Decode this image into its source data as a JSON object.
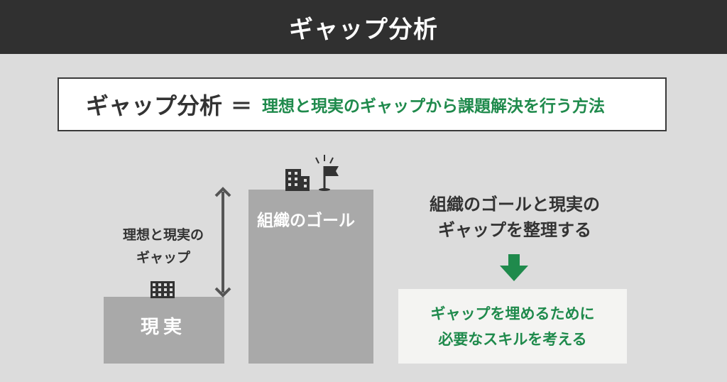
{
  "header": {
    "title": "ギャップ分析"
  },
  "definition": {
    "term": "ギャップ分析",
    "equals": "＝",
    "text": "理想と現実のギャップから課題解決を行う方法"
  },
  "blocks": {
    "current_label": "現実",
    "goal_label": "組織のゴール"
  },
  "gap_label": {
    "line1": "理想と現実の",
    "line2": "ギャップ"
  },
  "side_text": {
    "line1": "組織のゴールと現実の",
    "line2": "ギャップを整理する"
  },
  "result": {
    "line1": "ギャップを埋めるために",
    "line2": "必要なスキルを考える"
  },
  "icons": [
    "building-icon",
    "building-icon",
    "flag-icon",
    "double-arrow-icon",
    "down-arrow-icon"
  ],
  "colors": {
    "header_bg": "#303030",
    "accent_green": "#1f8a4c",
    "block_gray": "#a9a9a9",
    "page_bg": "#dcdcdc"
  }
}
